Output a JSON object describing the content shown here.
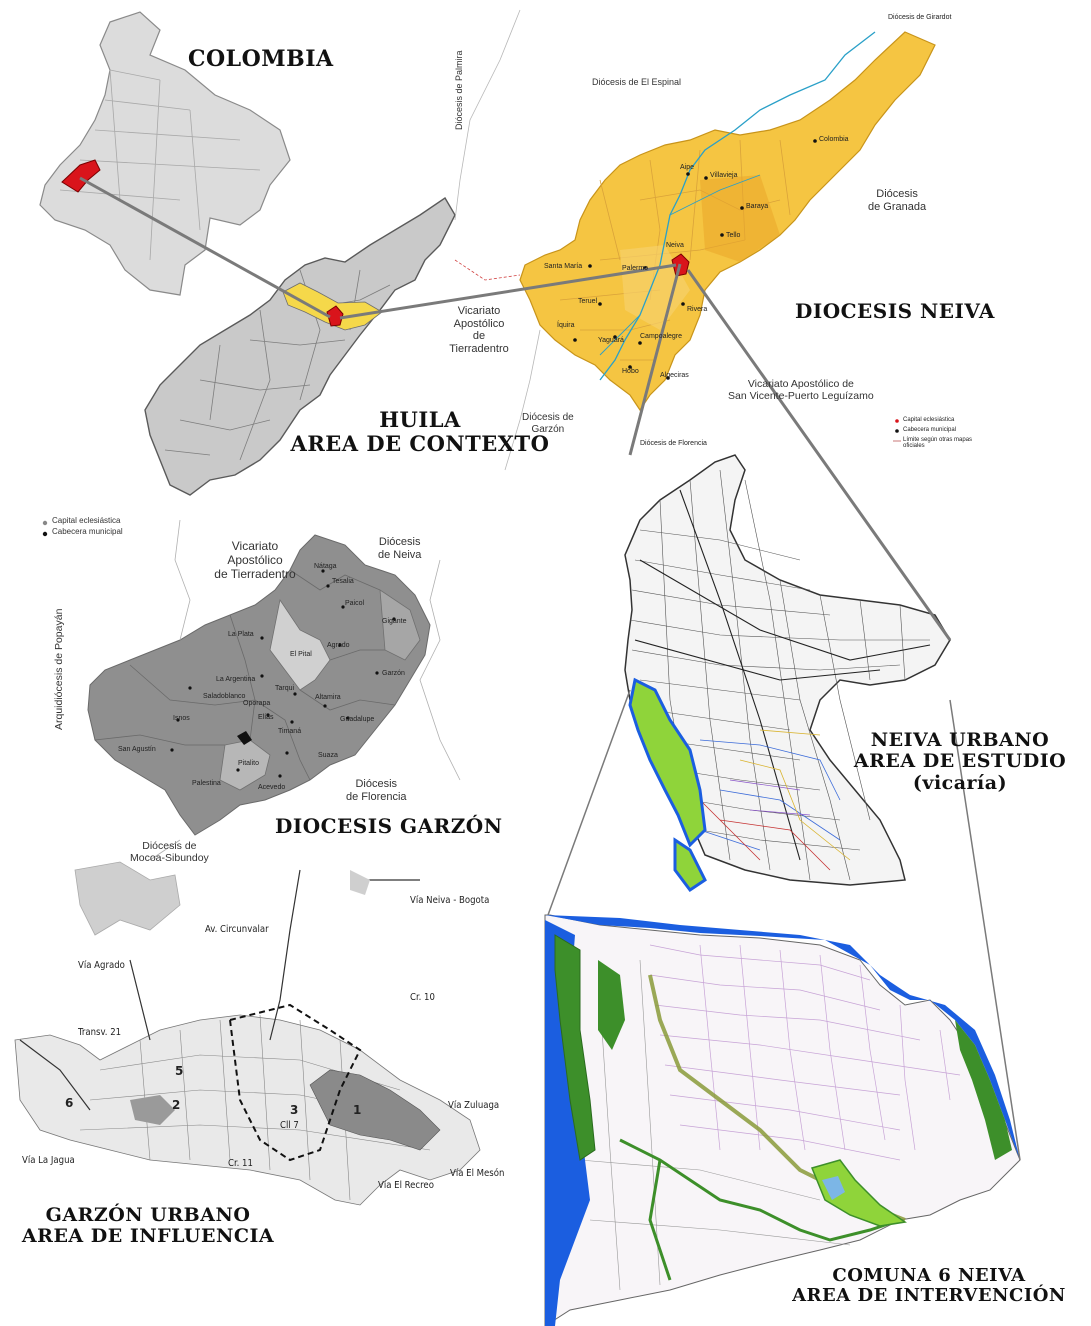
{
  "panels": {
    "colombia": {
      "title": "COLOMBIA"
    },
    "huila": {
      "title_line1": "HUILA",
      "title_line2": "AREA DE CONTEXTO"
    },
    "diocesis_neiva": {
      "title": "DIOCESIS NEIVA",
      "neighbors": {
        "el_espinal": "Diócesis de El Espinal",
        "palmira": "Diócesis de Palmira",
        "girardot": "Diócesis de Girardot",
        "granada_1": "Diócesis",
        "granada_2": "de Granada",
        "tierradentro_1": "Vicariato",
        "tierradentro_2": "Apostólico",
        "tierradentro_3": "de",
        "tierradentro_4": "Tierradentro",
        "garzon_1": "Diócesis de",
        "garzon_2": "Garzón",
        "florencia": "Diócesis de Florencia",
        "san_vicente_1": "Vicariato Apostólico de",
        "san_vicente_2": "San Vicente-Puerto Leguízamo"
      },
      "municipalities": [
        "Colombia",
        "Aipe",
        "Villavieja",
        "Baraya",
        "Tello",
        "Neiva",
        "Santa María",
        "Palermo",
        "Teruel",
        "Rivera",
        "Íquira",
        "Yaguará",
        "Campoalegre",
        "Hobo",
        "Algeciras"
      ],
      "legend": [
        "Capital eclesiástica",
        "Cabecera municipal",
        "Límite según otras mapas oficiales"
      ]
    },
    "diocesis_garzon": {
      "title": "DIOCESIS GARZÓN",
      "legend": [
        "Capital eclesiástica",
        "Cabecera municipal"
      ],
      "neighbors": {
        "tierradentro_1": "Vicariato",
        "tierradentro_2": "Apostólico",
        "tierradentro_3": "de Tierradentro",
        "neiva_1": "Diócesis",
        "neiva_2": "de Neiva",
        "popayan": "Arquidiócesis de Popayán",
        "florencia_1": "Diócesis",
        "florencia_2": "de Florencia",
        "mocoa_1": "Diócesis de",
        "mocoa_2": "Mocoa-Sibundoy"
      },
      "municipalities": [
        "Nátaga",
        "Tesalia",
        "Paicol",
        "Gigante",
        "La Plata",
        "Agrado",
        "El Pital",
        "La Argentina",
        "Tarqui",
        "Garzón",
        "Saladoblanco",
        "Oporapa",
        "Altamira",
        "Isnos",
        "Elías",
        "Guadalupe",
        "Timaná",
        "San Agustín",
        "Suaza",
        "Pitalito",
        "Palestina",
        "Acevedo"
      ]
    },
    "neiva_urbano": {
      "title_line1": "NEIVA URBANO",
      "title_line2": "AREA DE ESTUDIO",
      "title_line3": "(vicaría)"
    },
    "garzon_urbano": {
      "title_line1": "GARZÓN URBANO",
      "title_line2": "AREA DE INFLUENCIA",
      "roads": [
        "Vía Neiva - Bogota",
        "Av. Circunvalar",
        "Vía Agrado",
        "Cr. 10",
        "Transv. 21",
        "Vía Zuluaga",
        "Cll 7",
        "Vía La Jagua",
        "Cr. 11",
        "Vía El Recreo",
        "Vía El Mesón"
      ],
      "zones": [
        "6",
        "2",
        "5",
        "1",
        "3"
      ]
    },
    "comuna6": {
      "title_line1": "COMUNA 6 NEIVA",
      "title_line2": "AREA DE INTERVENCIÓN"
    }
  },
  "colors": {
    "huila_fill": "#c9c9c9",
    "colombia_fill": "#dcdcdc",
    "highlight_red": "#d9141b",
    "neiva_yellow": "#f5c542",
    "neiva_yellow_dark": "#eaa62a",
    "garzon_gray": "#8f8f8f",
    "garzon_gray_light": "#bdbdbd",
    "river_blue": "#1b5ee0",
    "wetland_green": "#8fd43a",
    "forest_green": "#3d8f2a",
    "connector_gray": "#7a7a7a"
  }
}
